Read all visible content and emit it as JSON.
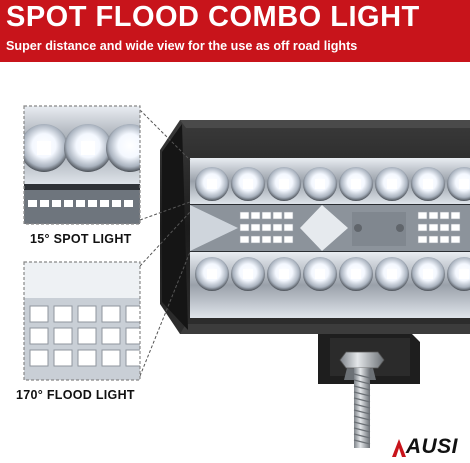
{
  "header": {
    "title": "SPOT FLOOD COMBO LIGHT",
    "subtitle": "Super distance and wide view for the use as off road lights"
  },
  "callouts": {
    "spot_label": "15° SPOT LIGHT",
    "flood_label": "170° FLOOD LIGHT"
  },
  "brand": {
    "name": "AUSI"
  },
  "colors": {
    "header_bg": "#c8141b",
    "housing": "#222222",
    "led_glow": "#f2f7ff"
  }
}
